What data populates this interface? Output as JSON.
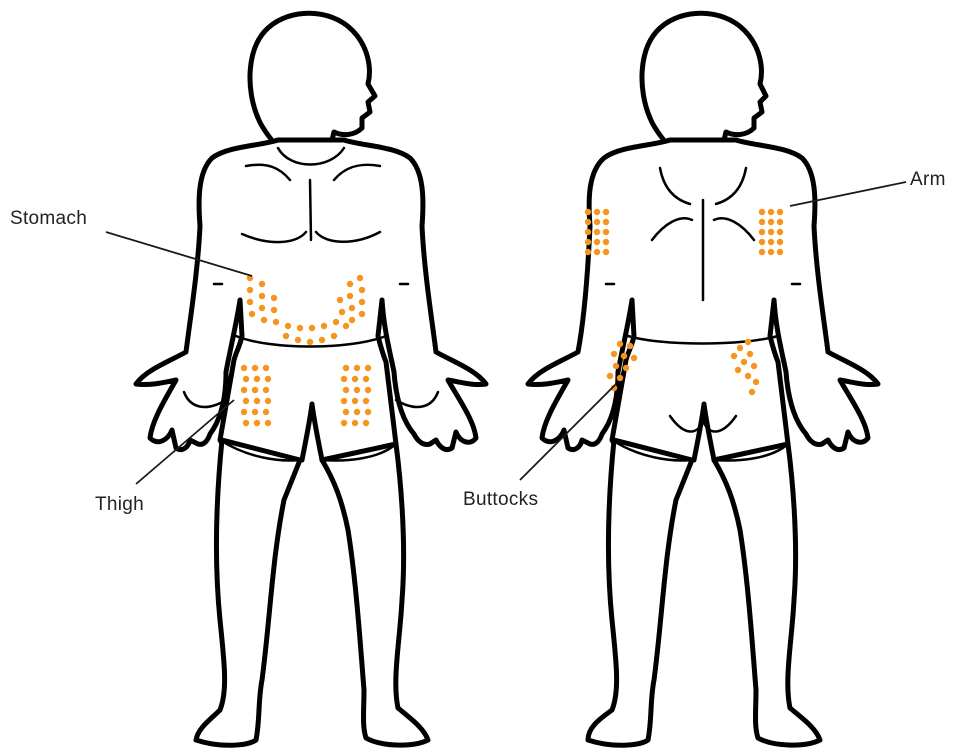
{
  "labels": {
    "stomach": "Stomach",
    "thigh": "Thigh",
    "buttocks": "Buttocks",
    "arm": "Arm"
  },
  "colors": {
    "injection_site": "#F7941D",
    "outline": "#000000",
    "text": "#222222"
  },
  "figures": [
    "front-view",
    "back-view"
  ]
}
